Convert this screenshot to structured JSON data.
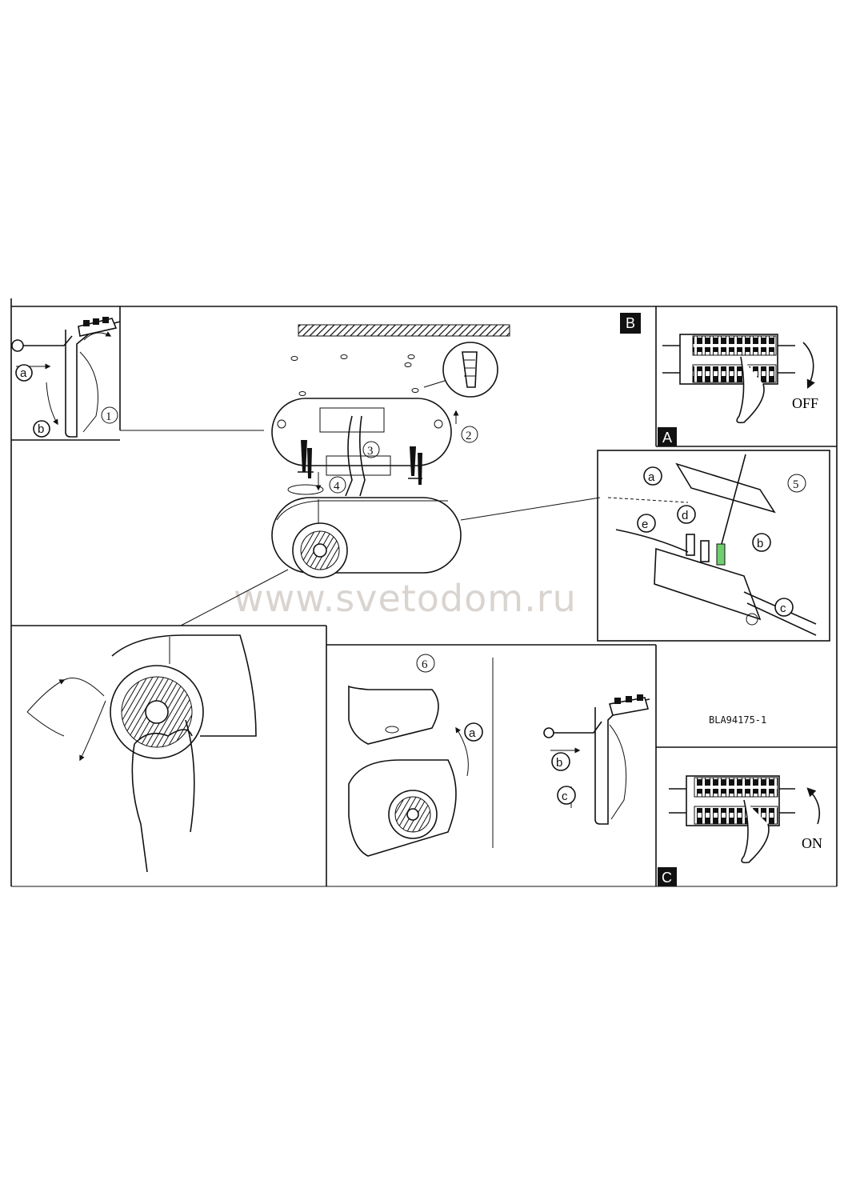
{
  "sheet": {
    "panel_labels": {
      "A": "A",
      "B": "B",
      "C": "C"
    },
    "steps": {
      "s1": "1",
      "s2": "2",
      "s3": "3",
      "s4": "4",
      "s5": "5",
      "s6": "6"
    },
    "sub_labels": {
      "p1_a": "a",
      "p1_b": "b",
      "p5_a": "a",
      "p5_b": "b",
      "p5_c": "c",
      "p5_d": "d",
      "p5_e": "e",
      "p6_a": "a",
      "p7_b": "b",
      "p7_c": "c"
    },
    "switch_off": "OFF",
    "switch_on": "ON",
    "doc_code": "BLA94175-1",
    "watermark": "www.svetodom.ru"
  }
}
